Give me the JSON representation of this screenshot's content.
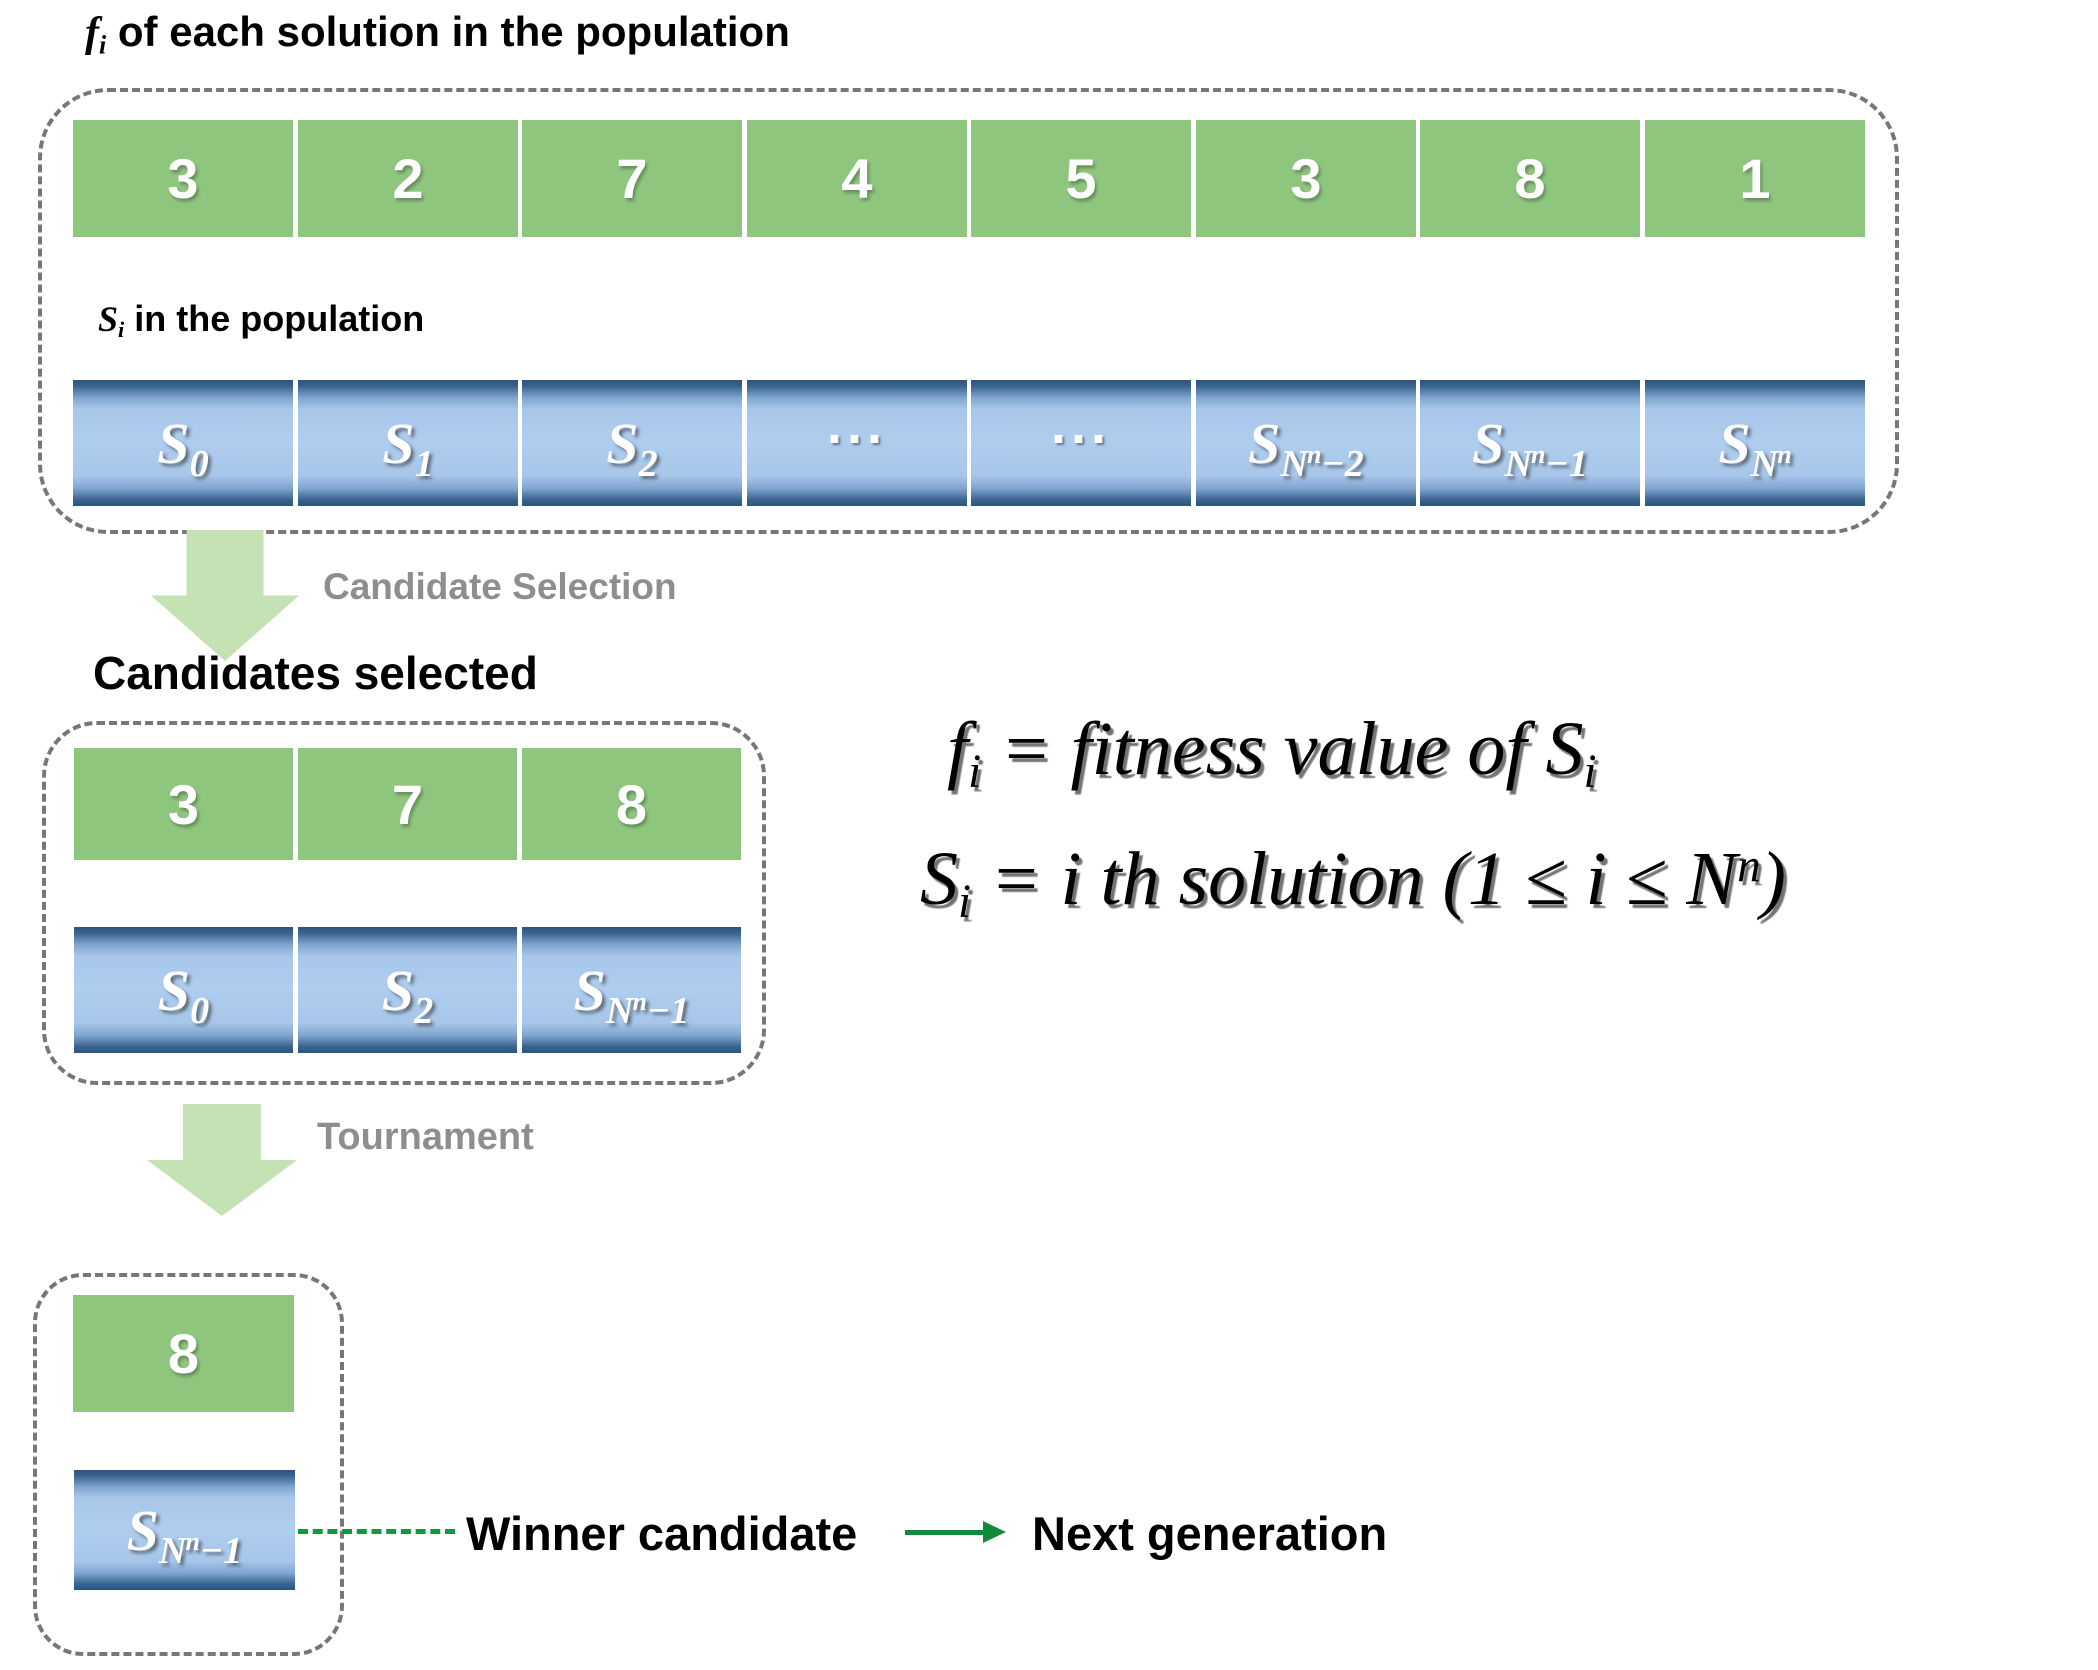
{
  "colors": {
    "cell_green": "#8FC67E",
    "cell_blue_body": "#AFCDEE",
    "cell_blue_dark": "#2B537E",
    "block_arrow_green": "#C4E2B3",
    "flow_label_gray": "#8E8E8E",
    "connector_green": "#0A9B44",
    "next_arrow_green": "#128A3C",
    "dashed_border_gray": "#777777"
  },
  "titles": {
    "row1_symbol": "f",
    "row1_sub": "i",
    "row1_text": " of each solution in the population",
    "row2_symbol": "S",
    "row2_sub": "i",
    "row2_text": " in the population",
    "candidates": "Candidates selected"
  },
  "flow": {
    "step1_label": "Candidate Selection",
    "step2_label": "Tournament",
    "winner_label": "Winner candidate",
    "next_label": "Next generation"
  },
  "population": {
    "fitness": [
      "3",
      "2",
      "7",
      "4",
      "5",
      "3",
      "8",
      "1"
    ],
    "solutions": [
      {
        "base": "S",
        "sub": "0"
      },
      {
        "base": "S",
        "sub": "1"
      },
      {
        "base": "S",
        "sub": "2"
      },
      {
        "dots": "..."
      },
      {
        "dots": "..."
      },
      {
        "base": "S",
        "subN": "N",
        "supN": "n",
        "tail": "−2"
      },
      {
        "base": "S",
        "subN": "N",
        "supN": "n",
        "tail": "−1"
      },
      {
        "base": "S",
        "subN": "N",
        "supN": "n",
        "tail": ""
      }
    ]
  },
  "candidates": {
    "fitness": [
      "3",
      "7",
      "8"
    ],
    "solutions": [
      {
        "base": "S",
        "sub": "0"
      },
      {
        "base": "S",
        "sub": "2"
      },
      {
        "base": "S",
        "subN": "N",
        "supN": "n",
        "tail": "−1"
      }
    ]
  },
  "winner": {
    "fitness": "8",
    "solution": {
      "base": "S",
      "subN": "N",
      "supN": "n",
      "tail": "−1"
    }
  },
  "formulas": {
    "f1": {
      "lhs": "f",
      "lhs_sub": "i",
      "mid": " = fitness value of ",
      "rhs": "S",
      "rhs_sub": "i"
    },
    "f2": {
      "lhs": "S",
      "lhs_sub": "i",
      "mid": " = i th solution (1 ≤ i ≤ ",
      "N": "N",
      "n": "n",
      "close": ")"
    }
  }
}
